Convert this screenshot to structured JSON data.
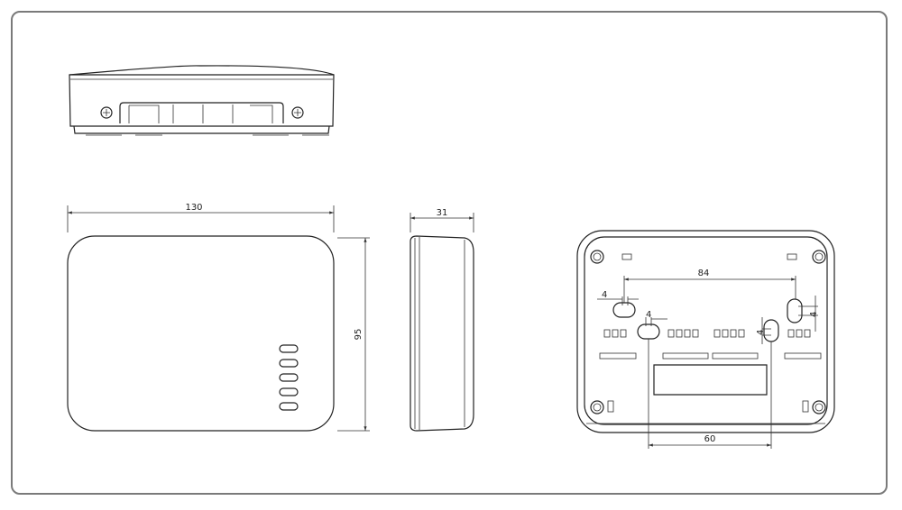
{
  "dimensions": {
    "front_width": "130",
    "front_height": "95",
    "side_depth": "31",
    "back_hole_spacing_horizontal": "84",
    "back_hole_spacing_bottom": "60",
    "slot_left_width": "4",
    "slot_center_width": "4",
    "slot_right_small": "4",
    "slot_right_height": "4"
  },
  "colors": {
    "frame": "#7a7a7a",
    "line": "#222222"
  }
}
